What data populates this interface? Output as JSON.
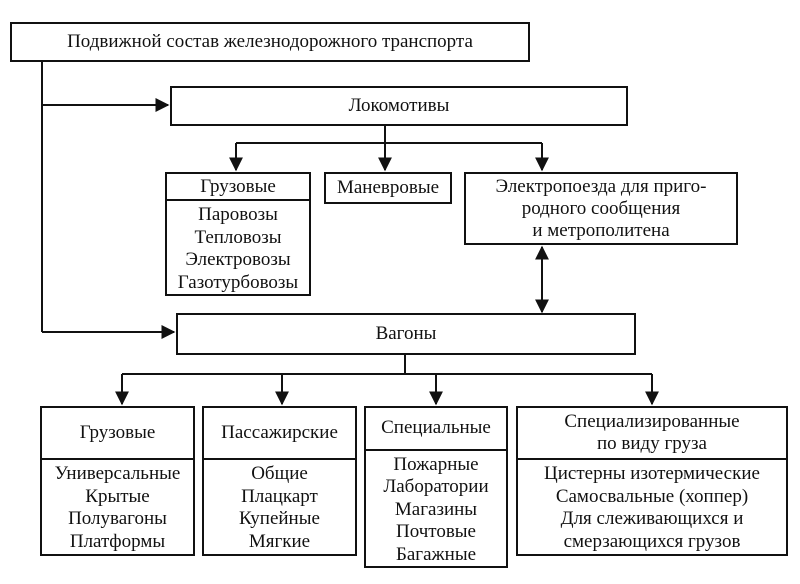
{
  "root": "Подвижной состав железнодорожного транспорта",
  "locomotives": {
    "title": "Локомотивы",
    "freight": {
      "title": "Грузовые",
      "items": [
        "Паровозы",
        "Тепловозы",
        "Электровозы",
        "Газотурбовозы"
      ]
    },
    "shunting": "Маневровые",
    "emu": "Электропоезда для приго-\nродного сообщения\nи метрополитена"
  },
  "wagons": {
    "title": "Вагоны",
    "freight": {
      "title": "Грузовые",
      "items": [
        "Универсальные",
        "Крытые",
        "Полувагоны",
        "Платформы"
      ]
    },
    "passenger": {
      "title": "Пассажирские",
      "items": [
        "Общие",
        "Плацкарт",
        "Купейные",
        "Мягкие"
      ]
    },
    "special": {
      "title": "Специальные",
      "items": [
        "Пожарные",
        "Лаборатории",
        "Магазины",
        "Почтовые",
        "Багажные"
      ]
    },
    "specialized": {
      "title": "Специализированные\nпо виду груза",
      "items": [
        "Цистерны изотермические",
        "Самосвальные (хоппер)",
        "Для слеживающихся и",
        "смерзающихся грузов"
      ]
    }
  }
}
